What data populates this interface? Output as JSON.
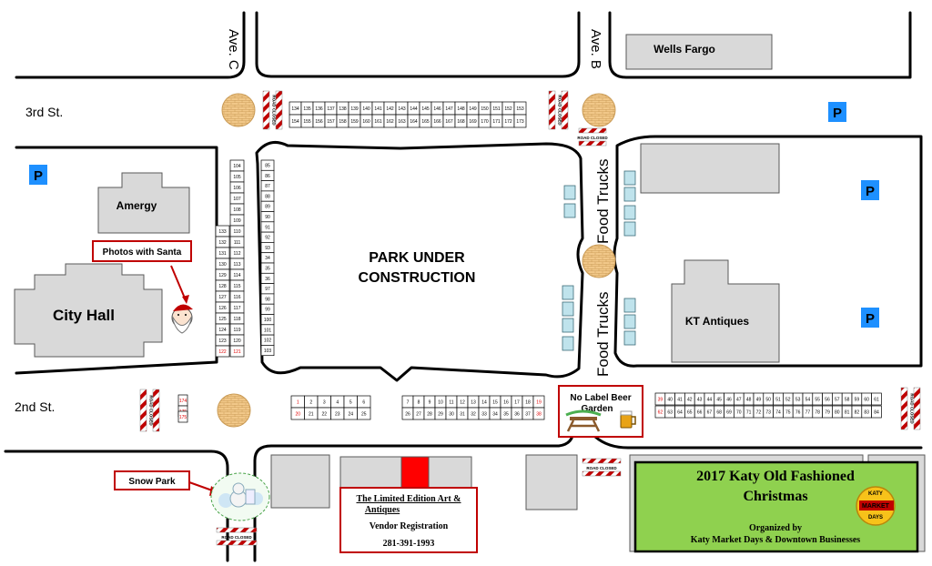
{
  "streets": {
    "ave_c": "Ave. C",
    "ave_b": "Ave. B",
    "third": "3rd St.",
    "second": "2nd St."
  },
  "buildings": {
    "wells_fargo": "Wells Fargo",
    "amergy": "Amergy",
    "city_hall": "City Hall",
    "kt_antiques": "KT Antiques"
  },
  "park": {
    "line1": "PARK UNDER",
    "line2": "CONSTRUCTION"
  },
  "food_trucks": "Food Trucks",
  "labels": {
    "santa": "Photos with Santa",
    "snow_park": "Snow Park",
    "beer_line1": "No Label Beer",
    "beer_line2": "Garden",
    "road_closed": "ROAD CLOSED",
    "parking": "P"
  },
  "info_box": {
    "line1": "The Limited Edition Art &",
    "line2": "Antiques",
    "line3": "Vendor Registration",
    "line4": "281-391-1993"
  },
  "event": {
    "title1": "2017 Katy Old Fashioned",
    "title2": "Christmas",
    "org1": "Organized by",
    "org2": "Katy Market Days & Downtown Businesses",
    "badge1": "KATY",
    "badge2": "MARKET",
    "badge3": "DAYS"
  },
  "booths": {
    "third_top": [
      "134",
      "135",
      "136",
      "137",
      "138",
      "139",
      "140",
      "141",
      "142",
      "143",
      "144",
      "145",
      "146",
      "147",
      "148",
      "149",
      "150",
      "151",
      "152",
      "153"
    ],
    "third_bottom": [
      "154",
      "155",
      "156",
      "157",
      "158",
      "159",
      "160",
      "161",
      "162",
      "163",
      "164",
      "165",
      "166",
      "167",
      "168",
      "169",
      "170",
      "171",
      "172",
      "173"
    ],
    "avec_inner": [
      "104",
      "105",
      "106",
      "107",
      "108",
      "109",
      "110",
      "111",
      "112",
      "113",
      "114",
      "115",
      "116",
      "117",
      "118",
      "119",
      "120",
      "121"
    ],
    "avec_outer": [
      "133",
      "132",
      "131",
      "130",
      "129",
      "128",
      "127",
      "126",
      "125",
      "124",
      "123",
      "122"
    ],
    "park_west": [
      "85",
      "86",
      "87",
      "88",
      "89",
      "90",
      "91",
      "92",
      "93",
      "34",
      "35",
      "36",
      "97",
      "98",
      "99",
      "100",
      "101",
      "102",
      "103"
    ],
    "second_a_top": [
      "1",
      "2",
      "3",
      "4",
      "5",
      "6"
    ],
    "second_a_bottom": [
      "20",
      "21",
      "22",
      "23",
      "24",
      "25"
    ],
    "second_b_top": [
      "7",
      "8",
      "9",
      "10",
      "11",
      "12",
      "13",
      "14",
      "15",
      "16",
      "17",
      "18",
      "19"
    ],
    "second_b_bottom": [
      "26",
      "27",
      "28",
      "29",
      "30",
      "31",
      "32",
      "33",
      "34",
      "35",
      "36",
      "37",
      "38"
    ],
    "second_c_top": [
      "39",
      "40",
      "41",
      "42",
      "43",
      "44",
      "45",
      "46",
      "47",
      "48",
      "49",
      "50",
      "51",
      "52",
      "53",
      "54",
      "55",
      "56",
      "57",
      "58",
      "59",
      "60",
      "61"
    ],
    "second_c_bottom": [
      "62",
      "63",
      "64",
      "65",
      "66",
      "67",
      "68",
      "69",
      "70",
      "71",
      "72",
      "73",
      "74",
      "75",
      "76",
      "77",
      "78",
      "79",
      "80",
      "81",
      "82",
      "83",
      "84"
    ],
    "west_2nd": [
      "174",
      "175"
    ],
    "red": [
      "1",
      "19",
      "20",
      "38",
      "39",
      "62",
      "121",
      "122",
      "174",
      "175"
    ]
  },
  "colors": {
    "event_green": "#8fd14f",
    "frame_red": "#c00000",
    "parking_blue": "#1e90ff",
    "building_gray": "#d9d9d9",
    "truck_teal": "#bfe3ec",
    "roundabout_tan": "#f2c98a",
    "booth_red": "#e00000"
  }
}
